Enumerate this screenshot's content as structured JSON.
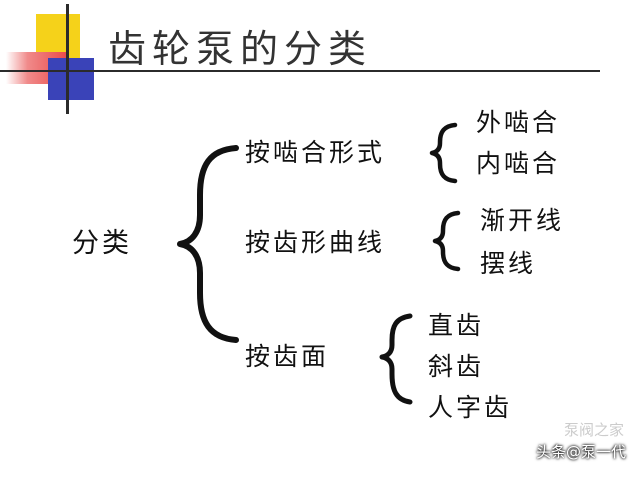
{
  "slide": {
    "title": "齿轮泵的分类",
    "root": "分类",
    "groups": [
      {
        "label": "按啮合形式",
        "items": [
          "外啮合",
          "内啮合"
        ]
      },
      {
        "label": "按齿形曲线",
        "items": [
          "渐开线",
          "摆线"
        ]
      },
      {
        "label": "按齿面",
        "items": [
          "直齿",
          "斜齿",
          "人字齿"
        ]
      }
    ]
  },
  "watermark": {
    "ghost_text": "泵阀之家",
    "text": "头条@泵一代"
  }
}
